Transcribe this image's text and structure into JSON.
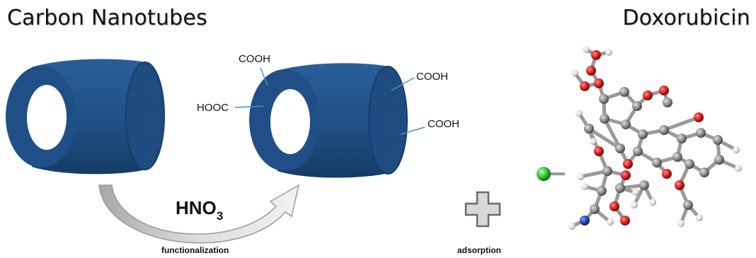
{
  "titles": {
    "left": "Carbon Nanotubes",
    "right": "Doxorubicin"
  },
  "groups": {
    "g1": "COOH",
    "g2": "HOOC",
    "g3": "COOH",
    "g4": "COOH"
  },
  "reagent": {
    "main": "HNO",
    "subscript": "3"
  },
  "steps": {
    "functionalization": "functionalization",
    "adsorption": "adsorption"
  },
  "colors": {
    "nanotube": "#1f4f86",
    "nanotube_dark": "#173e6a",
    "leader_line": "#4a90c8",
    "arrow": "#c8c8c8",
    "plus": "#cfcfcf",
    "carbon": "#8c8c8c",
    "oxygen": "#d42020",
    "hydrogen": "#e8e8e8",
    "nitrogen": "#2040b0",
    "chlorine": "#30c030"
  }
}
